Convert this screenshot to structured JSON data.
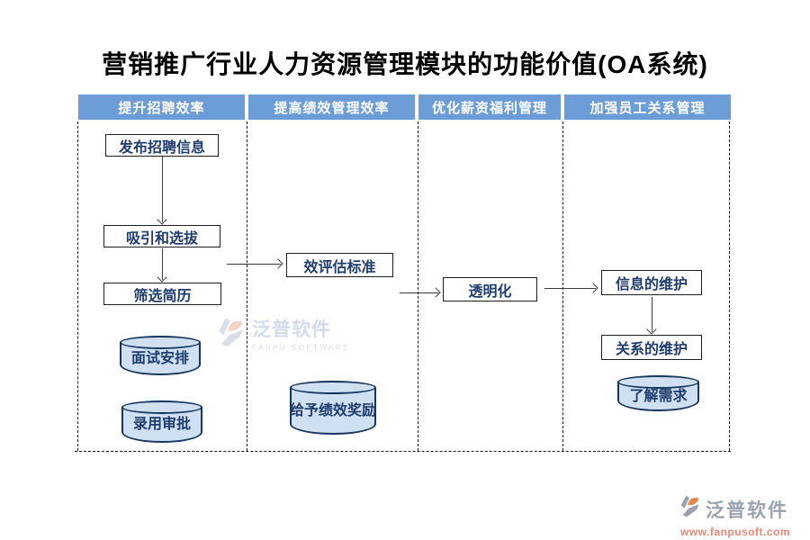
{
  "title": "营销推广行业人力资源管理模块的功能价值(OA系统)",
  "headers": [
    "提升招聘效率",
    "提高绩效管理效率",
    "优化薪资福利管理",
    "加强员工关系管理"
  ],
  "col1": {
    "box1": "发布招聘信息",
    "box2": "吸引和选拔",
    "box3": "筛选简历",
    "cyl1": "面试安排",
    "cyl2": "录用审批"
  },
  "col2": {
    "box1": "效评估标准",
    "cyl1": "给予绩效奖励"
  },
  "col3": {
    "box1": "透明化"
  },
  "col4": {
    "box1": "信息的维护",
    "box2": "关系的维护",
    "cyl1": "了解需求"
  },
  "watermark": {
    "brand": "泛普软件",
    "subtitle": "FANPU SOFTWARE"
  },
  "footer": {
    "brand": "泛普软件",
    "url": "www.fanpusoft.com"
  },
  "colors": {
    "header_bg": "#6d9dd6",
    "header_text": "#ffffff",
    "box_text": "#1e3c6e",
    "box_border": "#1d1d1d",
    "cylinder_fill": "#cfe0f2",
    "cylinder_border": "#17365d",
    "title_text": "#000000",
    "url_text": "#ed8672",
    "logo_grey": "#98a1ad",
    "logo_orange": "#e2884f"
  }
}
